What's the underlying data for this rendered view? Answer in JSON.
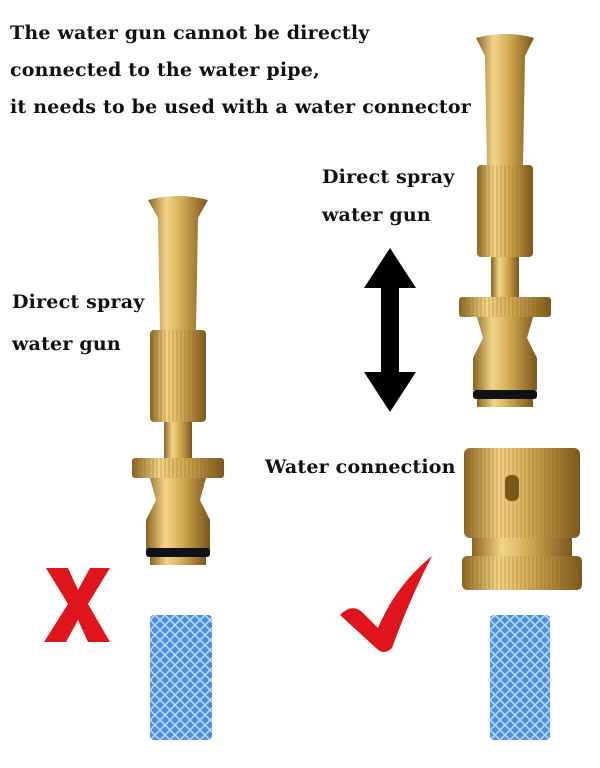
{
  "heading": {
    "line1": "The water gun cannot be directly",
    "line2": "connected to the water pipe,",
    "line3": "it needs to be used with a water connector"
  },
  "labels": {
    "left_gun_line1": "Direct spray",
    "left_gun_line2": "water gun",
    "right_gun_line1": "Direct spray",
    "right_gun_line2": "water gun",
    "connector": "Water connection"
  },
  "icons": {
    "wrong": "red-x-icon",
    "right": "red-check-icon",
    "arrow": "double-arrow-vertical-icon"
  },
  "colors": {
    "brass": "#c9a24a",
    "hose": "#4a8fe0",
    "mark": "#e0141b",
    "arrow": "#000000"
  }
}
